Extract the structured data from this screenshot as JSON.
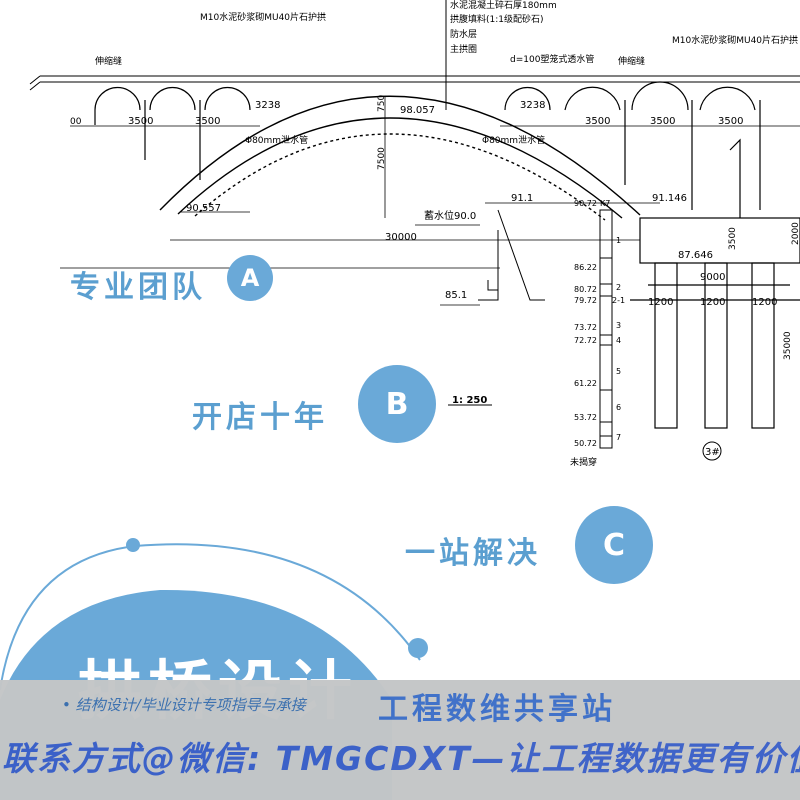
{
  "drawing": {
    "mortar_label": "M10水泥砂浆砌MU40片石护拱",
    "mortar_label_right": "M10水泥砂浆砌MU40片石护拱",
    "expansion_joint": "伸缩缝",
    "expansion_joint_right": "伸缩缝",
    "layer_1": "水泥混凝土碎石厚180mm",
    "layer_2": "拱腹填料(1:1级配砂石)",
    "layer_3": "防水层",
    "layer_4": "主拱圈",
    "drain_pipe_top": "d=100塑笼式透水管",
    "span_3500_a": "3500",
    "span_3500_b": "3500",
    "span_3238_a": "3238",
    "span_3238_b": "3238",
    "span_3500_c": "3500",
    "span_3500_d": "3500",
    "span_3500_e": "3500",
    "left_edge_dim": "00",
    "elev_crown": "98.057",
    "dim_750": "750",
    "dim_7500": "7500",
    "drain_pipe_left": "Φ80mm泄水管",
    "drain_pipe_right": "Φ80mm泄水管",
    "elev_left_springing": "90.557",
    "water_level": "蓄水位90.0",
    "span_30000": "30000",
    "elev_91_1": "91.1",
    "elev_91_146": "91.146",
    "elev_87_646": "87.646",
    "elev_85_1": "85.1",
    "dim_3500_vertical": "3500",
    "dim_2000_vertical": "2000",
    "dim_9000": "9000",
    "dim_1200_a": "1200",
    "dim_1200_b": "1200",
    "dim_1200_c": "1200",
    "dim_35000": "35000",
    "scale": "1: 250",
    "pier_no": "3#",
    "borehole_id": "K7",
    "borehole_top": "90.72",
    "borehole_elevs": [
      "86.22",
      "80.72",
      "79.72",
      "73.72",
      "72.72",
      "61.22",
      "53.72",
      "50.72"
    ],
    "borehole_layers": [
      "1",
      "2",
      "2-1",
      "3",
      "4",
      "5",
      "6",
      "7"
    ],
    "borehole_bottom": "未揭穿"
  },
  "sections": [
    {
      "heading": "专业团队",
      "badge": "A"
    },
    {
      "heading": "开店十年",
      "badge": "B"
    },
    {
      "heading": "一站解决",
      "badge": "C"
    }
  ],
  "main_title": "拱桥设计",
  "banner": {
    "line1": "• 结构设计/毕业设计专项指导与承接",
    "brand": "工程数维共享站",
    "line2": "联系方式@微信: TMGCDXT—让工程数据更有价值"
  },
  "colors": {
    "accent": "#6aa9d8",
    "heading": "#5b9fd0",
    "banner_bg": "#c4c6c7",
    "banner_text": "#3a5fc8"
  }
}
